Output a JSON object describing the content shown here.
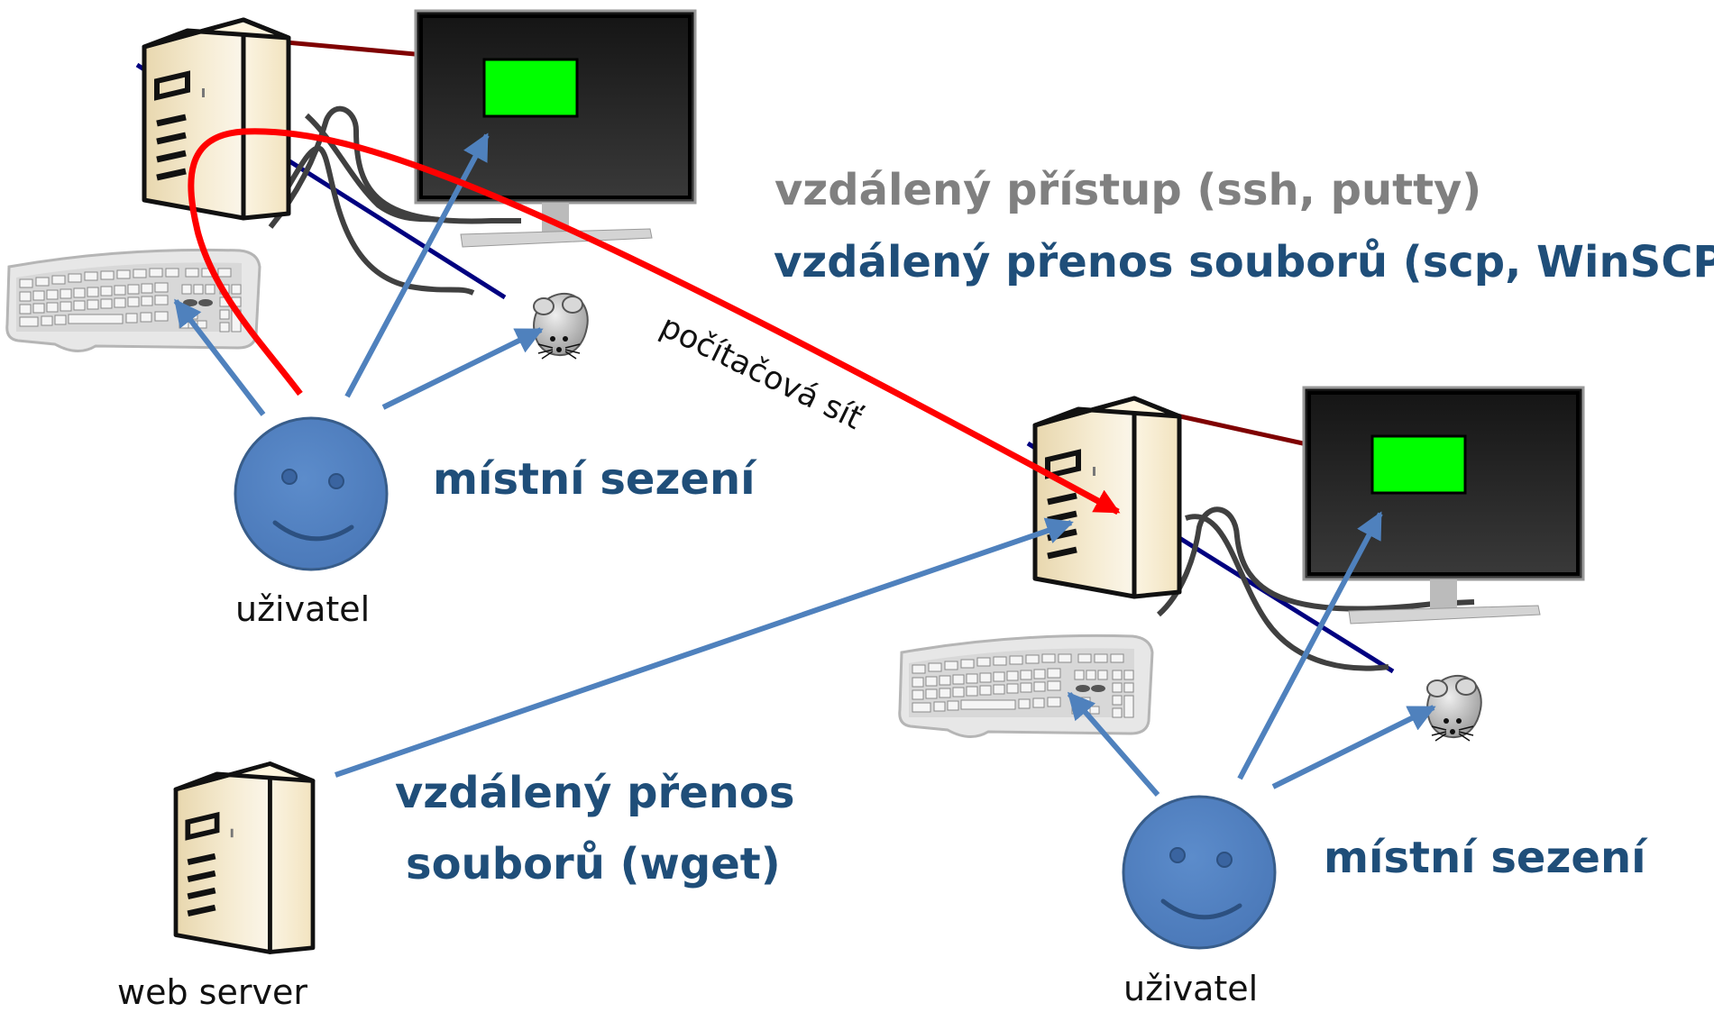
{
  "labels": {
    "remote_access": "vzdálený přístup (ssh, putty)",
    "remote_transfer_scp": "vzdálený přenos souborů (scp, WinSCP)",
    "network": "počítačová síť",
    "local_session_1": "místní sezení",
    "local_session_2": "místní sezení",
    "user_1": "uživatel",
    "user_2": "uživatel",
    "wget_line1": "vzdálený přenos",
    "wget_line2": "souborů (wget)",
    "web_server": "web server"
  },
  "colors": {
    "heading_blue": "#1f4e79",
    "heading_gray": "#808080",
    "arrow_blue": "#4f81bd",
    "network_red": "#ff0000",
    "screen_green": "#00ff00",
    "face_blue": "#4f81bd",
    "cable_dark_red": "#7f0000",
    "cable_navy": "#000080",
    "cable_gray": "#404040"
  },
  "icons": [
    "tower-server-icon",
    "monitor-icon",
    "keyboard-icon",
    "mouse-icon",
    "smiley-user-icon"
  ]
}
